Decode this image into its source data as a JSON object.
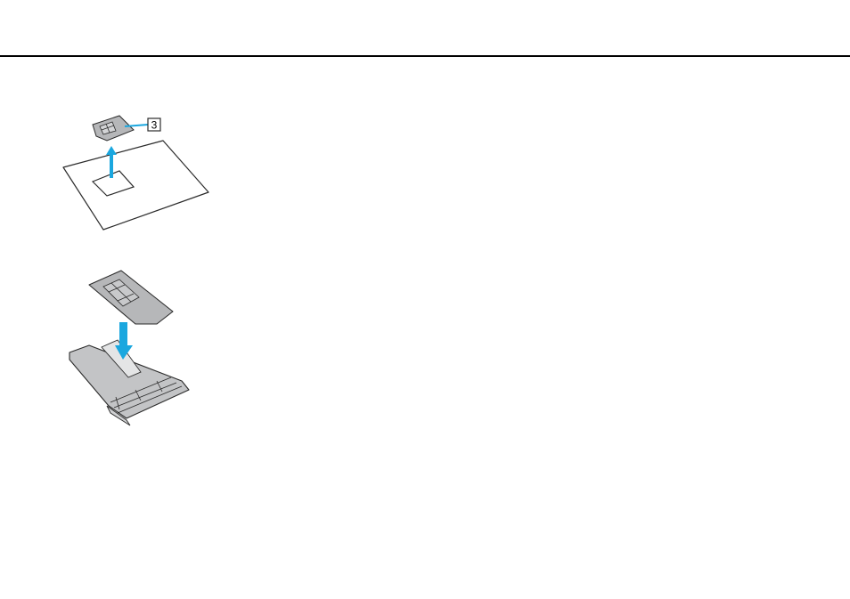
{
  "callout": {
    "number": "3"
  },
  "colors": {
    "rule": "#000000",
    "arrow": "#1aa7df",
    "sim_fill": "#b6b7b9",
    "tray_fill": "#c3c4c6",
    "outline": "#2b2b2b"
  },
  "icons": {
    "top": "sim-card-punch-out-illustration",
    "bottom": "sim-card-tray-insert-illustration"
  }
}
